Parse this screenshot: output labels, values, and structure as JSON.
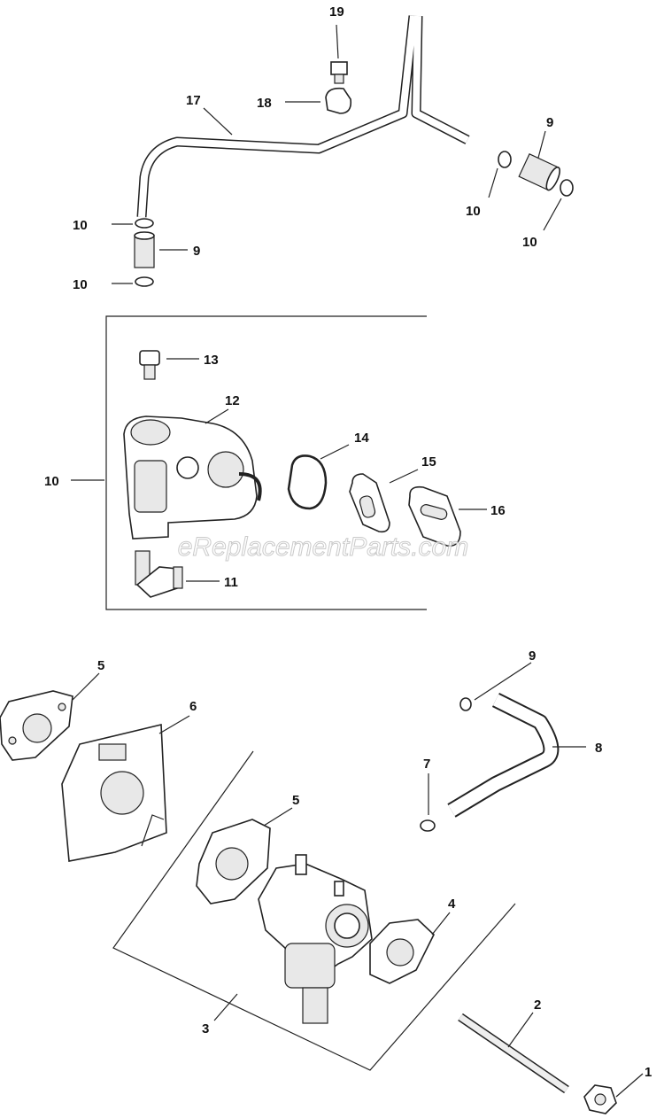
{
  "watermark": "eReplacementParts.com",
  "callouts": [
    {
      "id": "c19",
      "text": "19"
    },
    {
      "id": "c17",
      "text": "17"
    },
    {
      "id": "c18",
      "text": "18"
    },
    {
      "id": "c9a",
      "text": "9"
    },
    {
      "id": "c10a",
      "text": "10"
    },
    {
      "id": "c10b",
      "text": "10"
    },
    {
      "id": "c10c",
      "text": "10"
    },
    {
      "id": "c9b",
      "text": "9"
    },
    {
      "id": "c10d",
      "text": "10"
    },
    {
      "id": "c13",
      "text": "13"
    },
    {
      "id": "c12",
      "text": "12"
    },
    {
      "id": "c14",
      "text": "14"
    },
    {
      "id": "c15",
      "text": "15"
    },
    {
      "id": "c10e",
      "text": "10"
    },
    {
      "id": "c16",
      "text": "16"
    },
    {
      "id": "c11",
      "text": "11"
    },
    {
      "id": "c5a",
      "text": "5"
    },
    {
      "id": "c6",
      "text": "6"
    },
    {
      "id": "c9c",
      "text": "9"
    },
    {
      "id": "c8",
      "text": "8"
    },
    {
      "id": "c7",
      "text": "7"
    },
    {
      "id": "c5b",
      "text": "5"
    },
    {
      "id": "c4",
      "text": "4"
    },
    {
      "id": "c3",
      "text": "3"
    },
    {
      "id": "c2",
      "text": "2"
    },
    {
      "id": "c1",
      "text": "1"
    }
  ]
}
